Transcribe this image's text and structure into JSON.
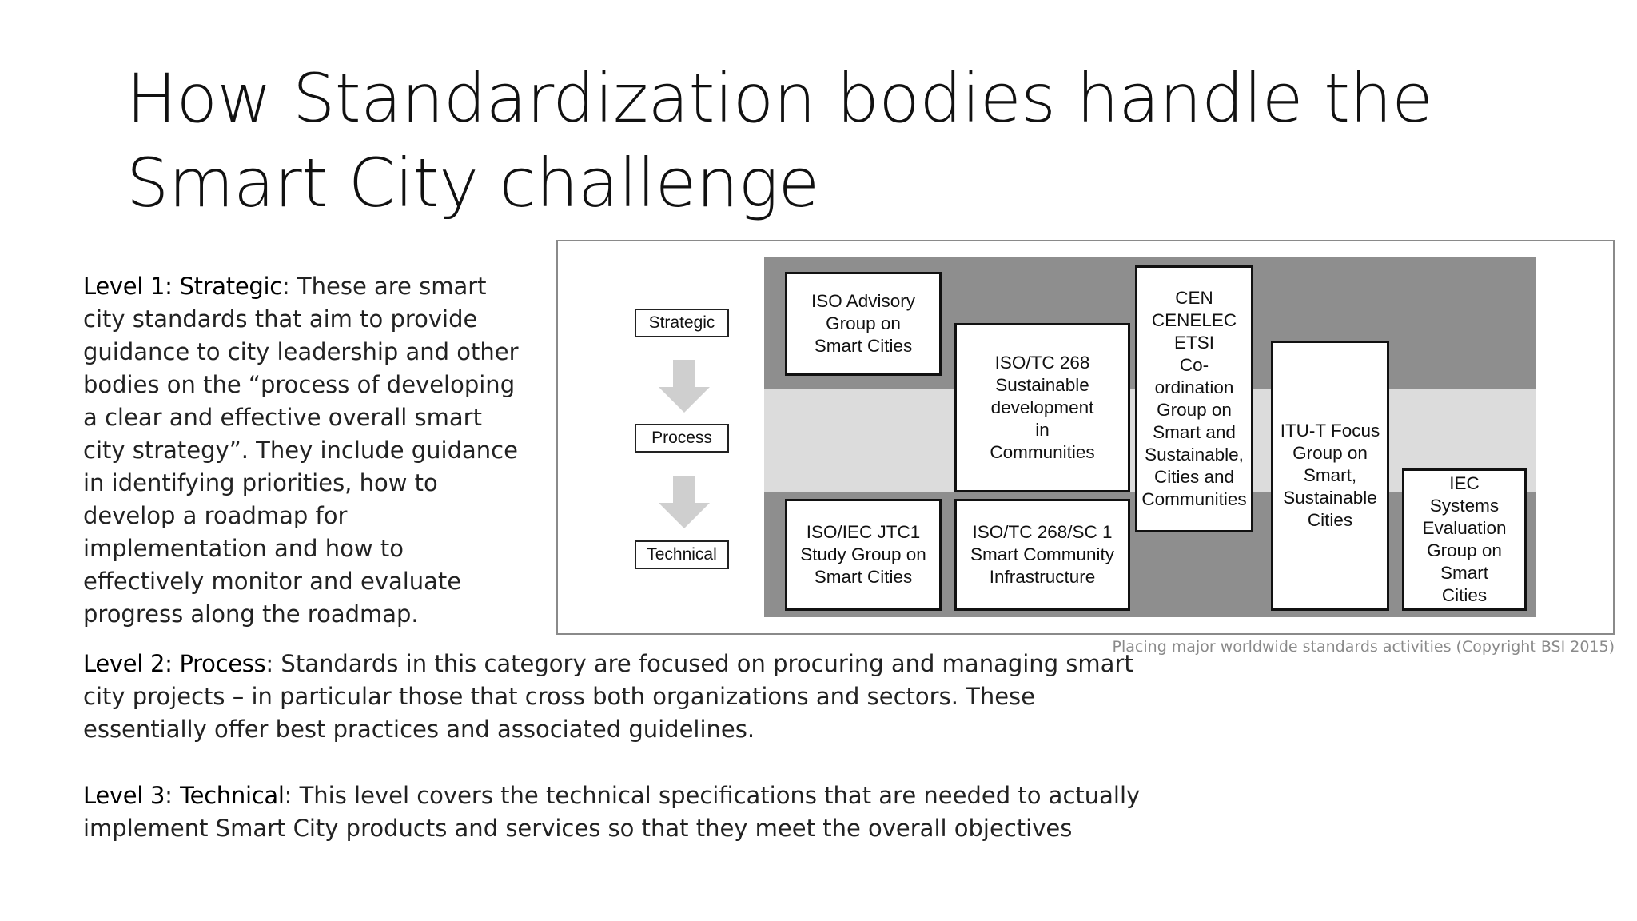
{
  "slide": {
    "title": "How Standardization bodies handle the Smart City challenge"
  },
  "paragraphs": {
    "level1": {
      "label": "Level 1: Strategic",
      "text": ": These are smart city standards that aim to provide guidance to city leadership and other bodies on the “process of developing a clear and effective overall smart city strategy”. They include guidance in identifying priorities, how to develop a roadmap for implementation and how to effectively monitor and evaluate progress along the roadmap."
    },
    "level2": {
      "label": "Level 2: Process",
      "text": ": Standards in this category are focused on procuring and managing smart city projects – in particular those that cross both organizations and sectors. These essentially offer best practices and associated guidelines."
    },
    "level3": {
      "label_a": "Level 3",
      "sep": ": ",
      "label_b": "Technical",
      "text": ": This level covers the technical specifications that are needed to actually implement Smart City products and services so that they meet the overall objectives"
    }
  },
  "diagram": {
    "levels": [
      "Strategic",
      "Process",
      "Technical"
    ],
    "boxes": {
      "iso_advisory": "ISO Advisory\nGroup on\nSmart Cities",
      "iso_tc268": "ISO/TC 268\nSustainable\ndevelopment\nin\nCommunities",
      "cen_cenelec": "CEN\nCENELEC\nETSI\nCo-\nordination\nGroup on\nSmart and\nSustainable,\nCities and\nCommunities",
      "itu_t": "ITU-T Focus\nGroup on\nSmart,\nSustainable\nCities",
      "iec": "IEC\nSystems\nEvaluation\nGroup on\nSmart\nCities",
      "iso_iec_jtc1": "ISO/IEC JTC1\nStudy Group on\nSmart Cities",
      "iso_tc268_sc1": "ISO/TC 268/SC 1\nSmart Community\nInfrastructure"
    },
    "colors": {
      "band_dark": "#8e8e8e",
      "band_light": "#dcdcdc",
      "arrow": "#cfcfcf"
    },
    "caption": "Placing major worldwide standards activities (Copyright BSI 2015)"
  }
}
